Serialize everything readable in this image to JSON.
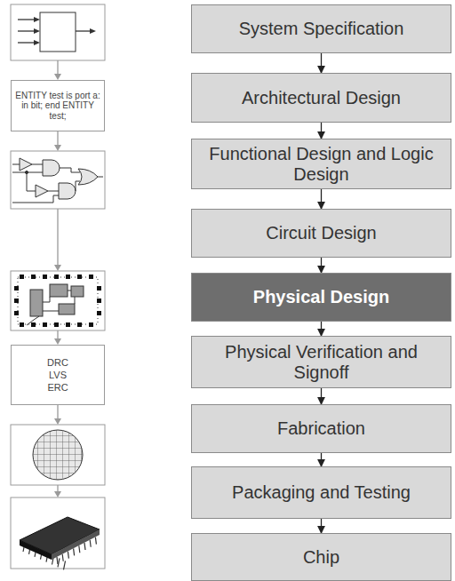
{
  "diagram": {
    "nodes": [
      {
        "text": [
          "System Specification"
        ]
      },
      {
        "text": [
          "ENTITY test is port a: in bit; end ENTITY test;"
        ]
      },
      {
        "text": [
          "Architectural Design"
        ]
      },
      {
        "text": [
          "Functional Design and Logic Design"
        ]
      },
      {
        "text": [
          "Circuit Design"
        ]
      },
      {
        "text": [
          "Physical Design"
        ]
      },
      {
        "text": [
          "DRC LVS ERC"
        ]
      },
      {
        "text": [
          "Physical Verification and Signoff"
        ]
      },
      {
        "text": [
          "Fabrication"
        ]
      },
      {
        "text": [
          "Packaging and Testing"
        ]
      },
      {
        "text": [
          "Chip"
        ]
      }
    ],
    "edges": [
      {
        "from": 0,
        "to": 2,
        "arrow": "to"
      },
      {
        "from": 2,
        "to": 3,
        "arrow": "to"
      },
      {
        "from": 3,
        "to": 4,
        "arrow": "to"
      },
      {
        "from": 4,
        "to": 5,
        "arrow": "to"
      },
      {
        "from": 5,
        "to": 7,
        "arrow": "to"
      },
      {
        "from": 7,
        "to": 8,
        "arrow": "to"
      },
      {
        "from": 8,
        "to": 9,
        "arrow": "to"
      },
      {
        "from": 9,
        "to": 10,
        "arrow": "to"
      }
    ]
  }
}
